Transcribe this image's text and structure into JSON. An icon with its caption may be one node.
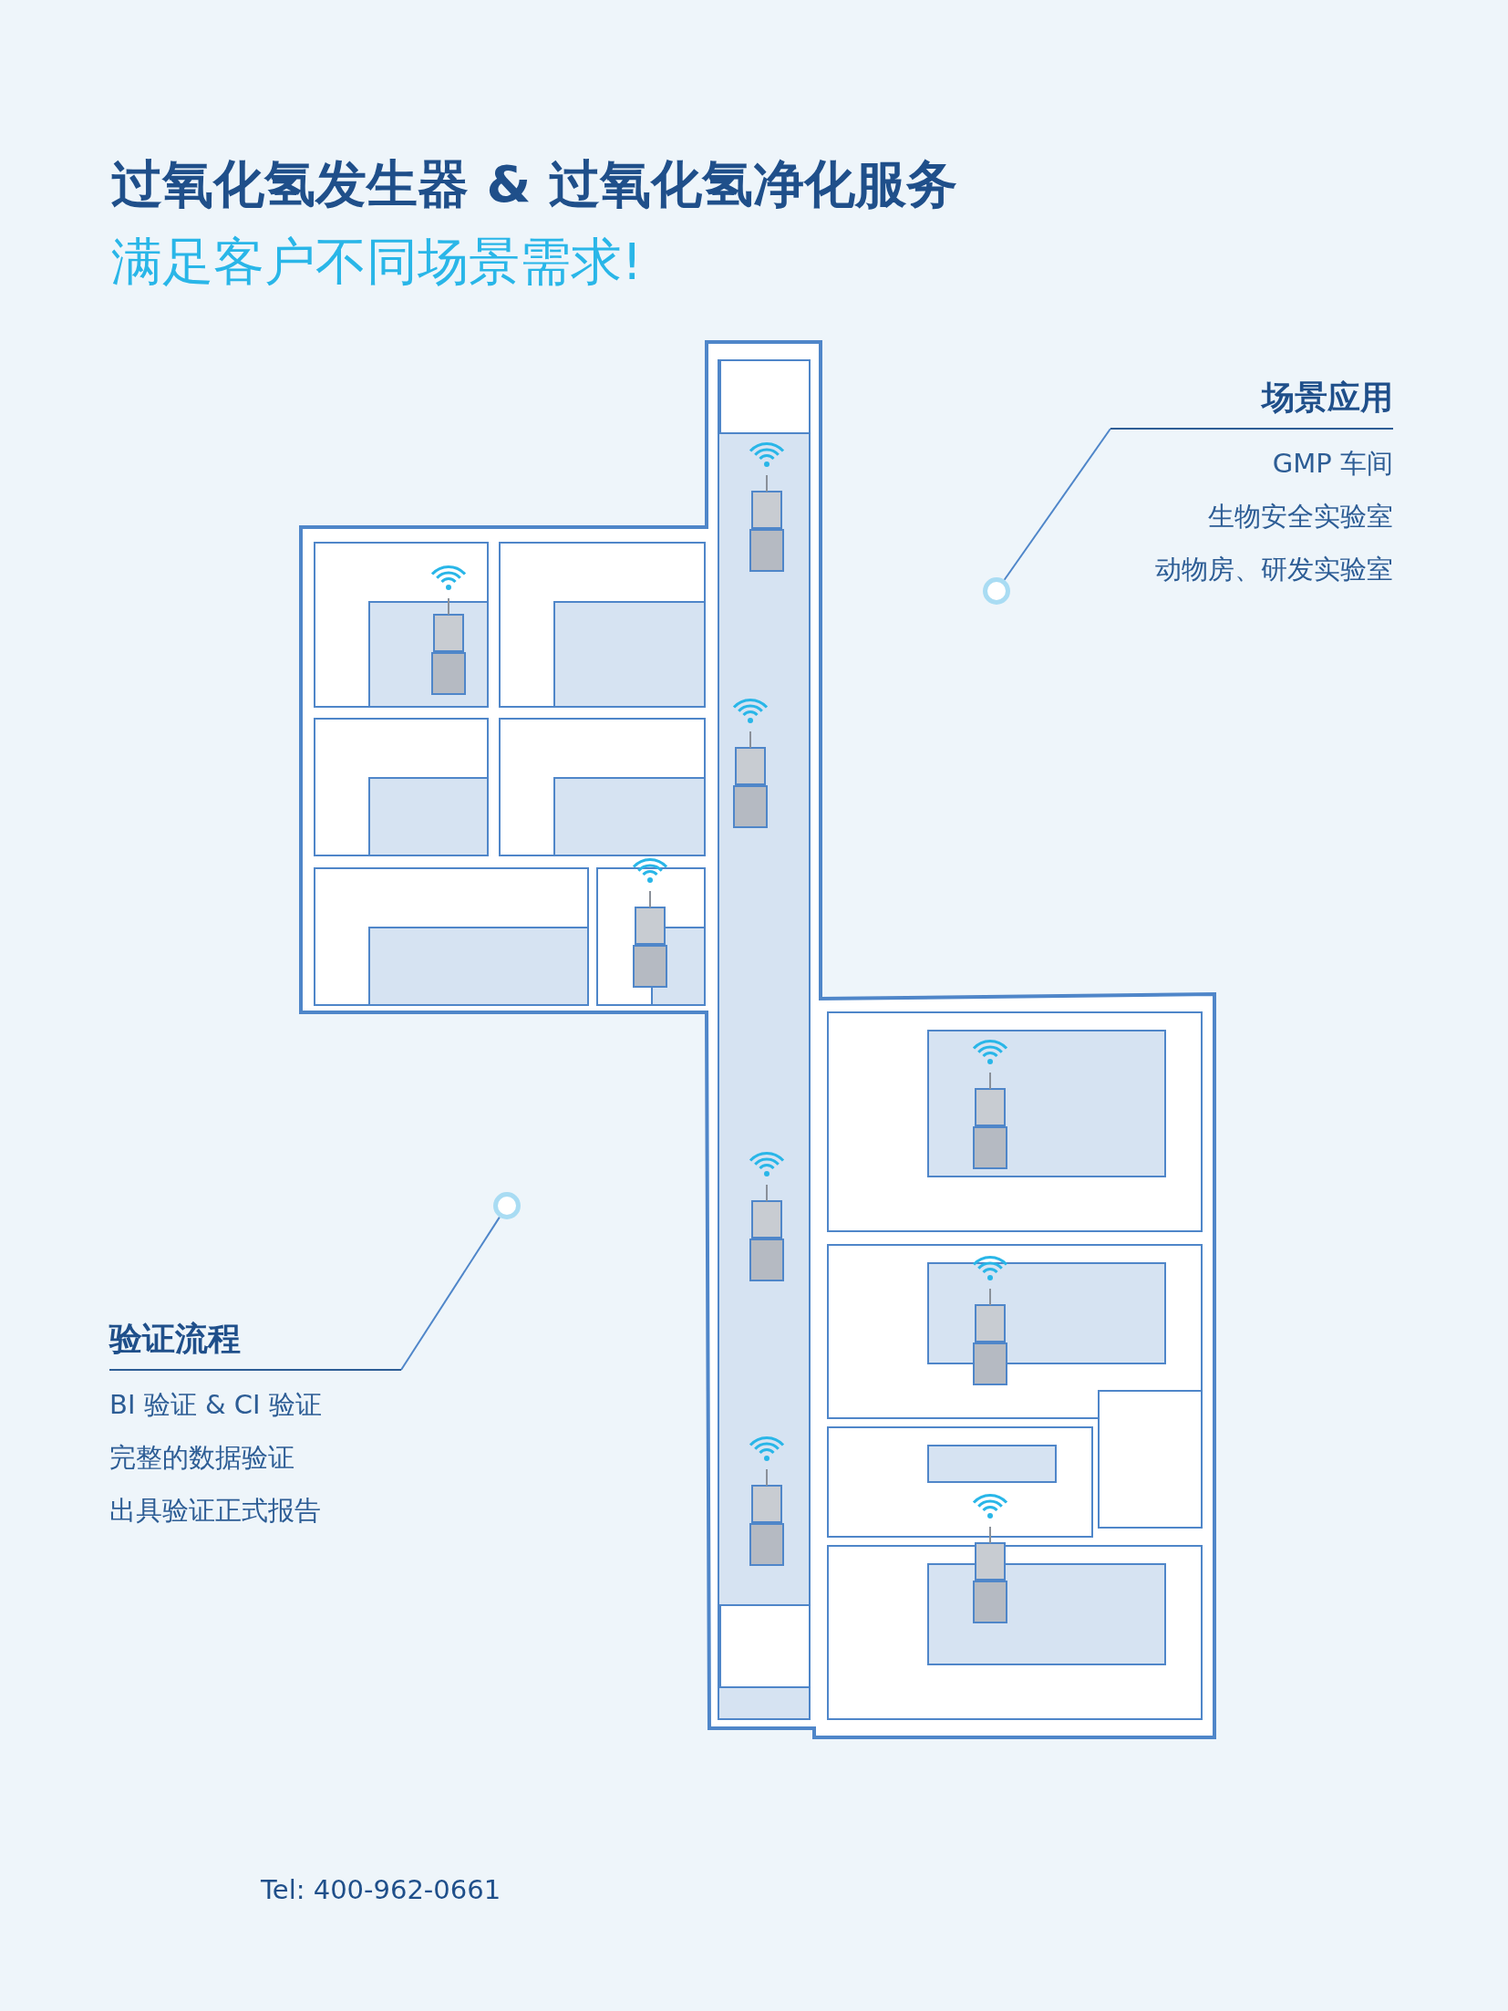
{
  "diagram": {
    "title": "过氧化氢发生器 & 过氧化氢净化服务",
    "nodes": [
      {
        "text": [
          "场景应用",
          "GMP 车间",
          "生物安全实验室",
          "动物房、研发实验室"
        ]
      },
      {
        "text": [],
        "shape": "circle"
      },
      {
        "text": [
          "验证流程",
          "BI 验证 & CI 验证",
          "完整的数据验证",
          "出具验证正式报告"
        ]
      },
      {
        "text": [],
        "shape": "circle"
      }
    ],
    "edges": [
      {
        "from": 0,
        "to": 1,
        "arrow": "none"
      },
      {
        "from": 2,
        "to": 3,
        "arrow": "none"
      }
    ],
    "labels": [
      "满足客户不同场景需求!",
      "Tel: 400-962-0661"
    ]
  }
}
